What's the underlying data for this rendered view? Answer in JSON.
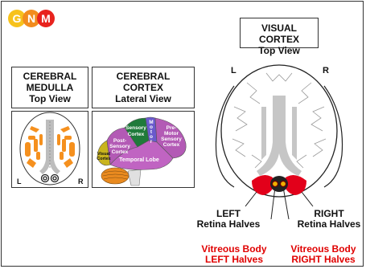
{
  "logo": {
    "letters": [
      "G",
      "N",
      "M"
    ],
    "colors": [
      "#f7c21c",
      "#f28c1e",
      "#e8231e"
    ]
  },
  "medulla": {
    "title_lines": [
      "CEREBRAL",
      "MEDULLA",
      "Top View"
    ],
    "left": "L",
    "right": "R"
  },
  "cortex": {
    "title_lines": [
      "CEREBRAL",
      "CORTEX",
      "Lateral View"
    ],
    "regions": {
      "sensory": [
        "Sensory",
        "Cortex"
      ],
      "motor": [
        "M",
        "o",
        "t",
        "o",
        "r"
      ],
      "premotor": [
        "Pre-",
        "Motor",
        "Sensory",
        "Cortex"
      ],
      "postsensory": [
        "Post-",
        "Sensory",
        "Cortex"
      ],
      "visual": [
        "Visual",
        "Cortex"
      ],
      "temporal": "Temporal Lobe"
    }
  },
  "visual_cortex": {
    "title_lines": [
      "VISUAL CORTEX",
      "Top View"
    ],
    "left": "L",
    "right": "R",
    "left_retina": [
      "LEFT",
      "Retina Halves"
    ],
    "right_retina": [
      "RIGHT",
      "Retina Halves"
    ],
    "left_vitreous": [
      "Vitreous Body",
      "LEFT Halves"
    ],
    "right_vitreous": [
      "Vitreous Body",
      "RIGHT Halves"
    ]
  },
  "colors": {
    "accent_red": "#e00000",
    "retina_red": "#e2001a",
    "medulla_orange": "#f5901e",
    "sensory_green": "#1f7a3a",
    "motor_blue": "#6a5acd",
    "lobe_purple": "#b35ab5",
    "visual_yellow": "#c9b41e",
    "cerebellum_orange": "#e98a1f"
  }
}
